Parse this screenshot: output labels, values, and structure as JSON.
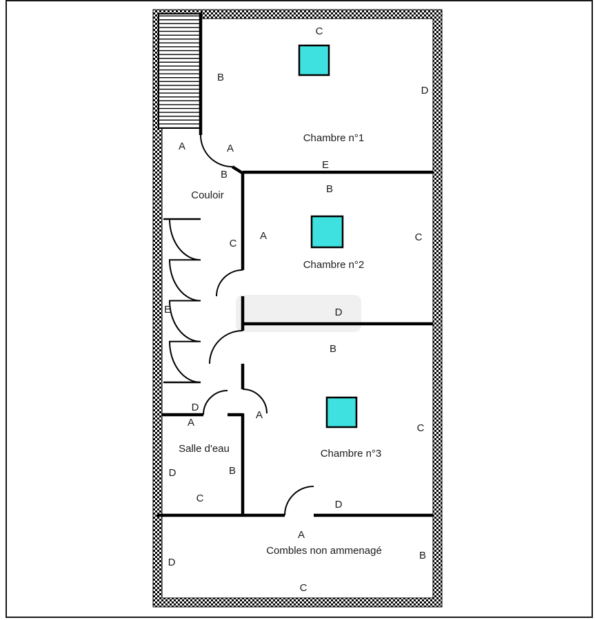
{
  "rooms": {
    "chambre1": {
      "name": "Chambre n°1",
      "wall_top": "C",
      "wall_left": "B",
      "wall_right": "D",
      "wall_bottom": "E"
    },
    "chambre2": {
      "name": "Chambre n°2",
      "wall_top": "B",
      "wall_left": "A",
      "wall_right": "C",
      "wall_bottom": "D"
    },
    "chambre3": {
      "name": "Chambre n°3",
      "wall_top": "B",
      "wall_left": "A",
      "wall_right": "C",
      "wall_bottom": "D"
    },
    "couloir": {
      "name": "Couloir",
      "wall_top_left": "A",
      "wall_top_right": "A",
      "wall_door": "B",
      "wall_right": "C",
      "wall_closet": "E",
      "wall_bottom": "D"
    },
    "salle_eau": {
      "name": "Salle d'eau",
      "wall_top": "A",
      "wall_left": "D",
      "wall_right": "B",
      "wall_bottom": "C"
    },
    "combles": {
      "name": "Combles non ammenagé",
      "wall_top": "A",
      "wall_left": "D",
      "wall_right": "B",
      "wall_bottom": "C"
    }
  },
  "colors": {
    "window_fill": "#3FE0E0",
    "wall": "#000000",
    "background": "#FFFFFF"
  }
}
